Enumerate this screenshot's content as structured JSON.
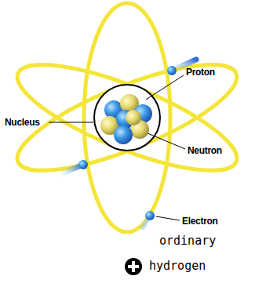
{
  "diagram": {
    "labels": [
      "Nucleus",
      "Proton",
      "Neutron",
      "Electron",
      "ordinary",
      "hydrogen"
    ]
  }
}
